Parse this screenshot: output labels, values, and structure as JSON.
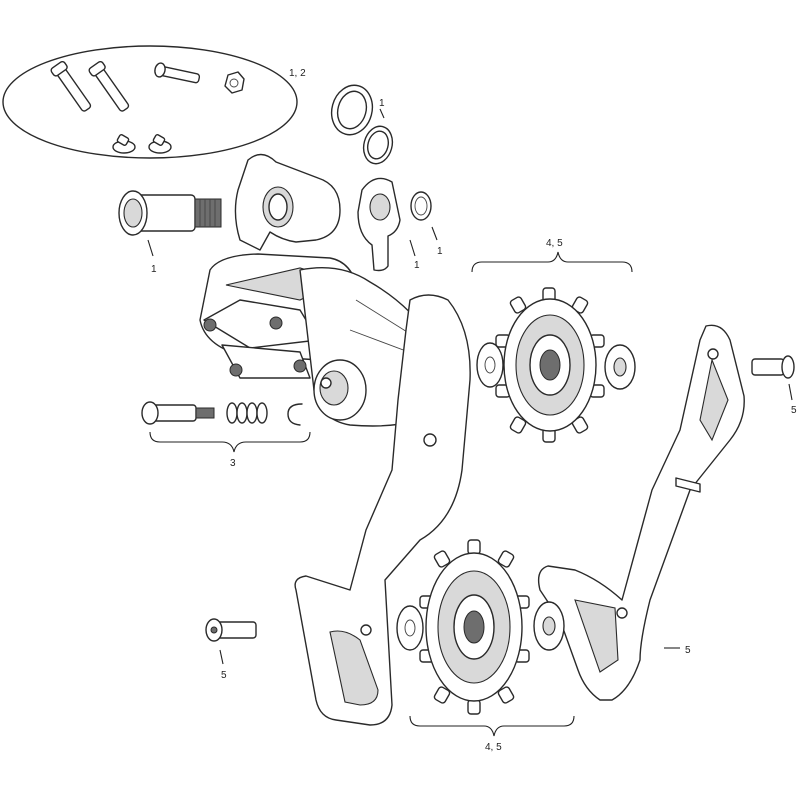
{
  "labels": {
    "hardware_kit": "1, 2",
    "washer_ring": "1",
    "hanger_bolt": "1",
    "hanger_small_a": "1",
    "hanger_small_b": "1",
    "upper_pulley": "4, 5",
    "cage_pin": "5",
    "limit_screw_kit": "3",
    "lower_bolt": "5",
    "outer_cage": "5",
    "lower_pulley": "4, 5"
  }
}
